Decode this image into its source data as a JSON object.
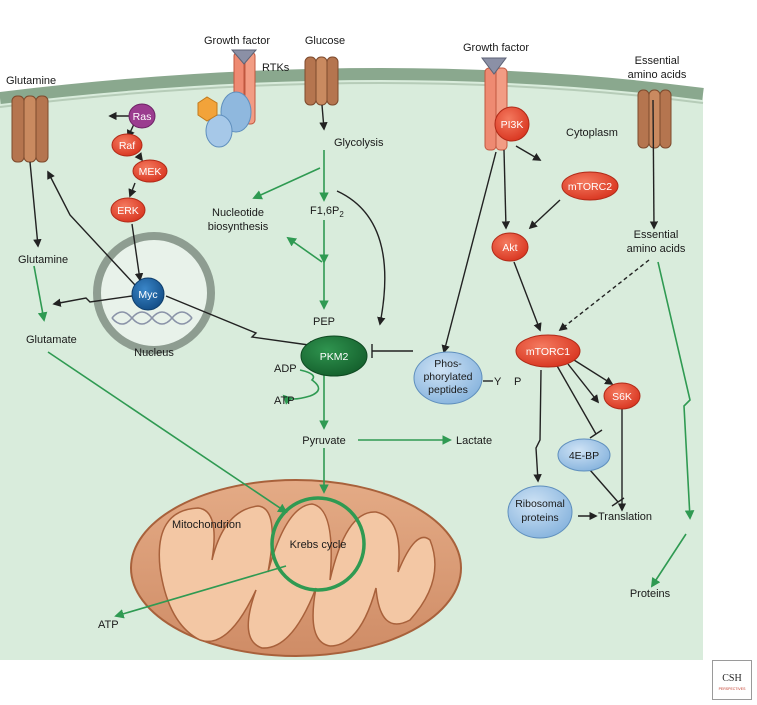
{
  "labels": {
    "growth_factor_left": "Growth factor",
    "rtks": "RTKs",
    "glucose": "Glucose",
    "growth_factor_right": "Growth factor",
    "essential_aa_top_1": "Essential",
    "essential_aa_top_2": "amino acids",
    "glutamine_top": "Glutamine",
    "glycolysis": "Glycolysis",
    "cytoplasm": "Cytoplasm",
    "nucleotide_1": "Nucleotide",
    "nucleotide_2": "biosynthesis",
    "f16p2": "F1,6P",
    "f16p2_sub": "2",
    "glutamine_mid": "Glutamine",
    "essential_aa_mid_1": "Essential",
    "essential_aa_mid_2": "amino acids",
    "glutamate": "Glutamate",
    "pep": "PEP",
    "nucleus": "Nucleus",
    "adp": "ADP",
    "atp_mid": "ATP",
    "y": "Y",
    "p": "P",
    "pyruvate": "Pyruvate",
    "lactate": "Lactate",
    "mitochondrion": "Mitochondrion",
    "krebs": "Krebs cycle",
    "translation": "Translation",
    "atp_bottom": "ATP",
    "proteins": "Proteins"
  },
  "nodes": {
    "ras": "Ras",
    "raf": "Raf",
    "mek": "MEK",
    "erk": "ERK",
    "myc": "Myc",
    "pi3k": "PI3K",
    "mtorc2": "mTORC2",
    "akt": "Akt",
    "mtorc1": "mTORC1",
    "s6k": "S6K",
    "pkm2": "PKM2",
    "phospho_1": "Phos-",
    "phospho_2": "phorylated",
    "phospho_3": "peptides",
    "ebp": "4E-BP",
    "ribo_1": "Ribosomal",
    "ribo_2": "proteins"
  },
  "logo": {
    "text": "CSH",
    "sub": "PERSPECTIVES"
  },
  "colors": {
    "cytoplasm": "#d9ecdc",
    "membrane": "#8aa88e",
    "red_node": "#e0412c",
    "green_arrow": "#2f9a52",
    "pkm2": "#1f7a3e",
    "blue_node": "#9cc3e6",
    "myc": "#1b5d9a",
    "ras": "#9b3c8f",
    "mitochondrion": "#d89b76",
    "channel": "#b5754f",
    "receptor": "#ee8a72"
  }
}
